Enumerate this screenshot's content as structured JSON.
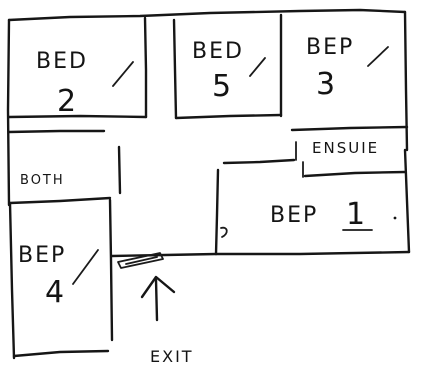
{
  "rooms": {
    "bed2": {
      "label": "BED",
      "number": "2"
    },
    "bed5": {
      "label": "BED",
      "number": "5"
    },
    "bed3": {
      "label": "BEP",
      "number": "3"
    },
    "bed1": {
      "label": "BEP",
      "number": "1"
    },
    "bed4": {
      "label": "BEP",
      "number": "4"
    },
    "bath": {
      "label": "BOTH"
    },
    "ensuite": {
      "label": "ENSUIE"
    }
  },
  "exit": {
    "label": "EXIT"
  }
}
